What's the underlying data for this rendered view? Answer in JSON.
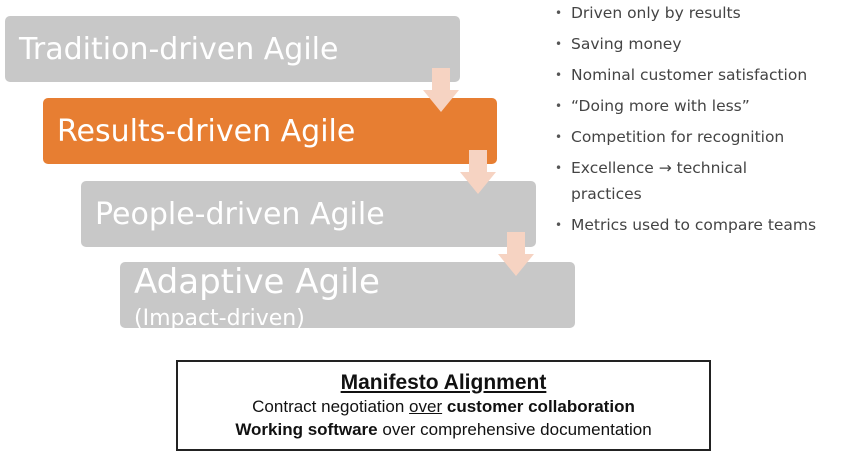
{
  "stages": [
    {
      "label": "Tradition-driven Agile",
      "sublabel": "",
      "color": "#c8c8c8",
      "highlighted": false
    },
    {
      "label": "Results-driven Agile",
      "sublabel": "",
      "color": "#e77e32",
      "highlighted": true
    },
    {
      "label": "People-driven Agile",
      "sublabel": "",
      "color": "#c8c8c8",
      "highlighted": false
    },
    {
      "label": "Adaptive Agile",
      "sublabel": "(Impact-driven)",
      "color": "#c8c8c8",
      "highlighted": false
    }
  ],
  "arrow_color": "#f6d3c2",
  "bullets": [
    "Driven only by results",
    "Saving money",
    "Nominal customer satisfaction",
    "“Doing more with less”",
    "Competition for recognition",
    "Excellence → technical practices",
    "Metrics used to compare teams"
  ],
  "manifesto": {
    "title": "Manifesto Alignment",
    "line1": {
      "pre": "Contract negotiation ",
      "over": "over",
      "emphasis": "customer collaboration"
    },
    "line2": {
      "emphasis": "Working software",
      "rest": " over comprehensive documentation"
    }
  }
}
